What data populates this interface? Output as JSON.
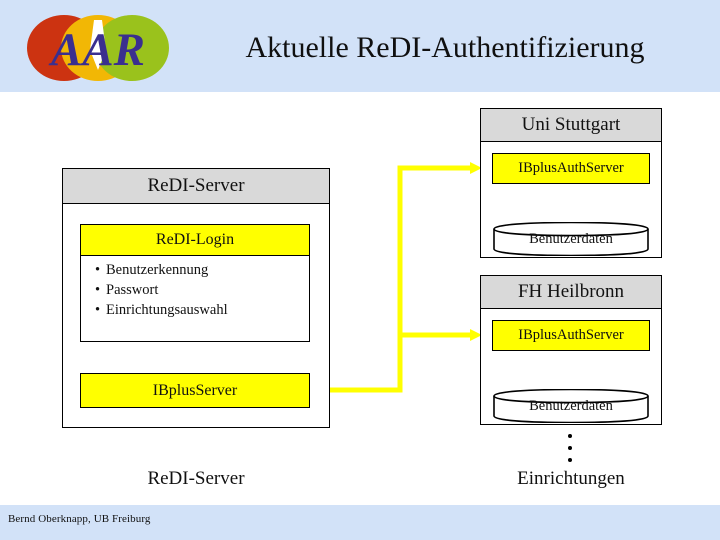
{
  "slide": {
    "title": "Aktuelle ReDI-Authentifizierung",
    "footer": "Bernd Oberknapp, UB Freiburg",
    "logo_text": "AAR",
    "colors": {
      "band": "#d2e2f8",
      "node": "#ffff00",
      "group_header": "#d9d9d9",
      "wire": "#ffff00",
      "outline": "#000000"
    }
  },
  "diagram": {
    "left_column": {
      "caption": "ReDI-Server",
      "group": {
        "header": "ReDI-Server",
        "login_node": {
          "title": "ReDI-Login",
          "items": [
            "Benutzerkennung",
            "Passwort",
            "Einrichtungsauswahl"
          ]
        },
        "server_node": "IBplusServer"
      }
    },
    "right_column": {
      "caption": "Einrichtungen",
      "institutions": [
        {
          "header": "Uni Stuttgart",
          "auth_node": "IBplusAuthServer",
          "database": "Benutzerdaten"
        },
        {
          "header": "FH Heilbronn",
          "auth_node": "IBplusAuthServer",
          "database": "Benutzerdaten"
        }
      ],
      "more_indicator": "vertical-ellipsis"
    }
  }
}
